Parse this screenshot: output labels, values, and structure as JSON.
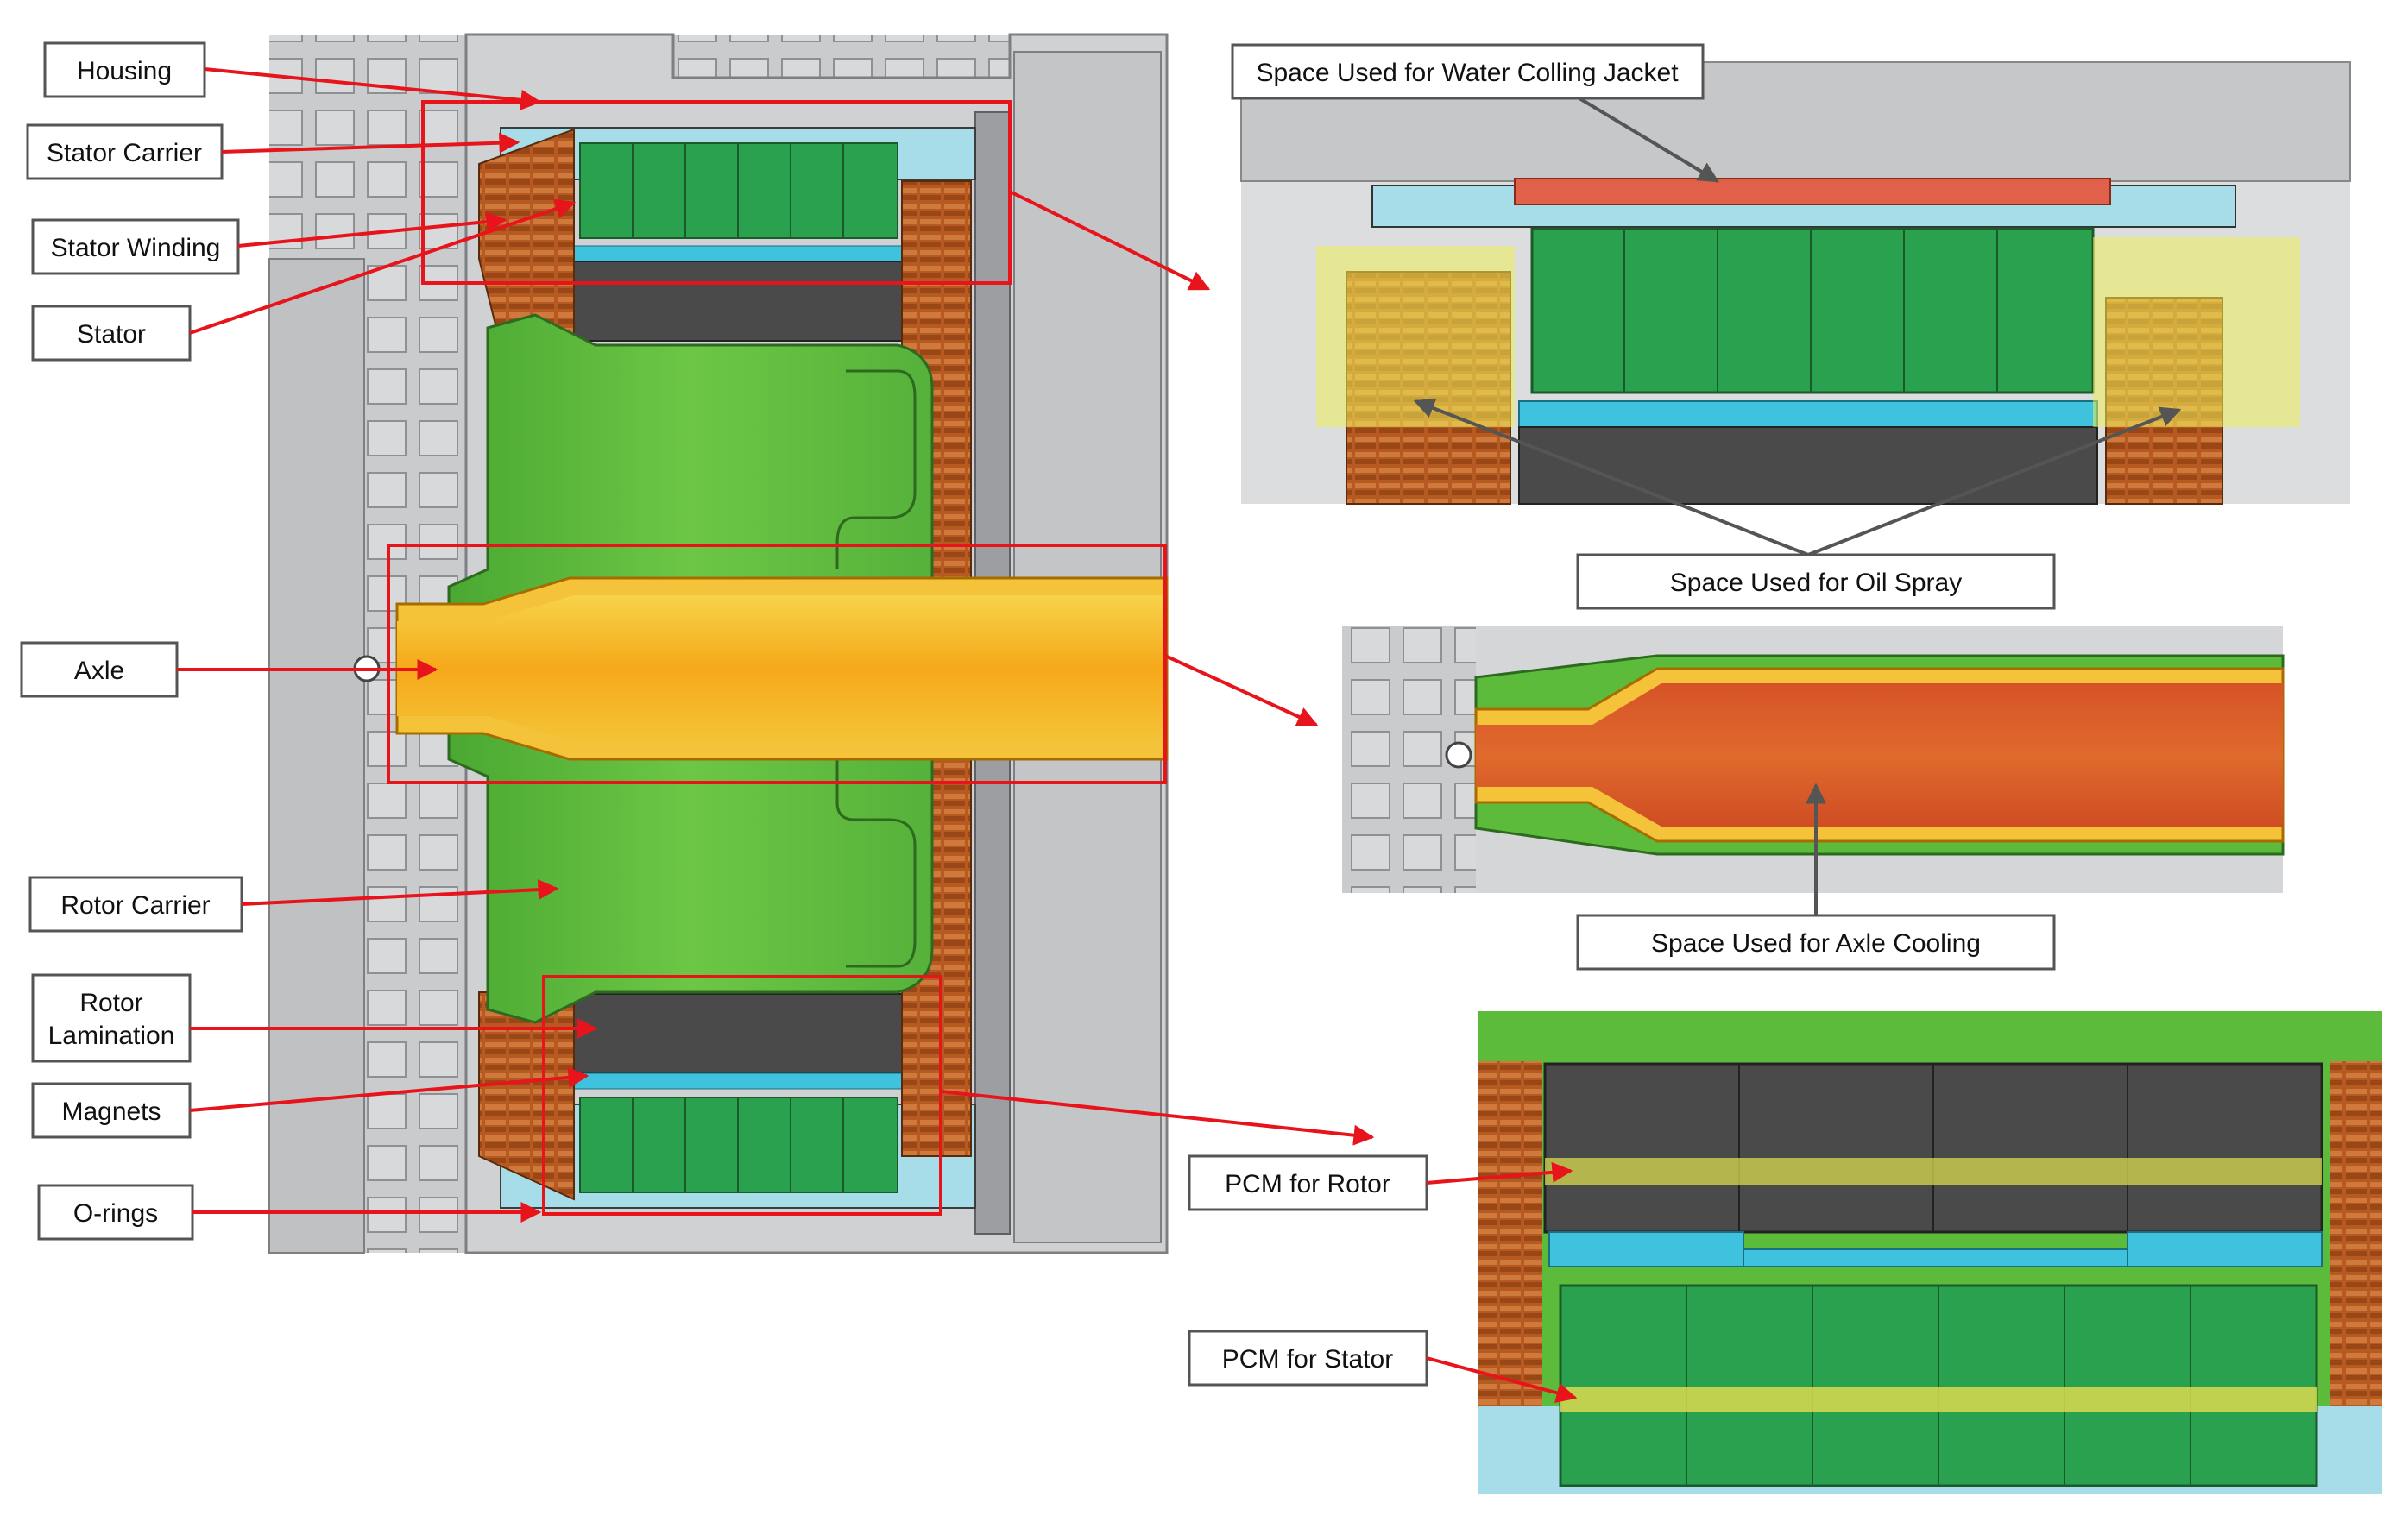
{
  "labels": {
    "housing": "Housing",
    "stator_carrier": "Stator Carrier",
    "stator_winding": "Stator Winding",
    "stator": "Stator",
    "axle": "Axle",
    "rotor_carrier": "Rotor Carrier",
    "rotor_lamination_1": "Rotor",
    "rotor_lamination_2": "Lamination",
    "magnets": "Magnets",
    "o_rings": "O-rings",
    "water_jacket": "Space Used for Water Colling Jacket",
    "oil_spray": "Space Used for Oil Spray",
    "axle_cooling": "Space Used for Axle Cooling",
    "pcm_rotor": "PCM for Rotor",
    "pcm_stator": "PCM for Stator"
  },
  "colors": {
    "housing_gray": "#c9cbcd",
    "stator_green": "#2aa14e",
    "carrier_green": "#5dbb3c",
    "winding_copper": "#b65a21",
    "axle_yellow": "#f2b21c",
    "axle_cooling_orange": "#d9592a",
    "coolant_light_blue": "#a6dde8",
    "magnet_cyan": "#3fc2dd",
    "lamination_dark": "#4a4a4a",
    "pcm_yellow": "#e2e24a",
    "arrow_red": "#e8141b",
    "pointer_gray": "#555555"
  }
}
